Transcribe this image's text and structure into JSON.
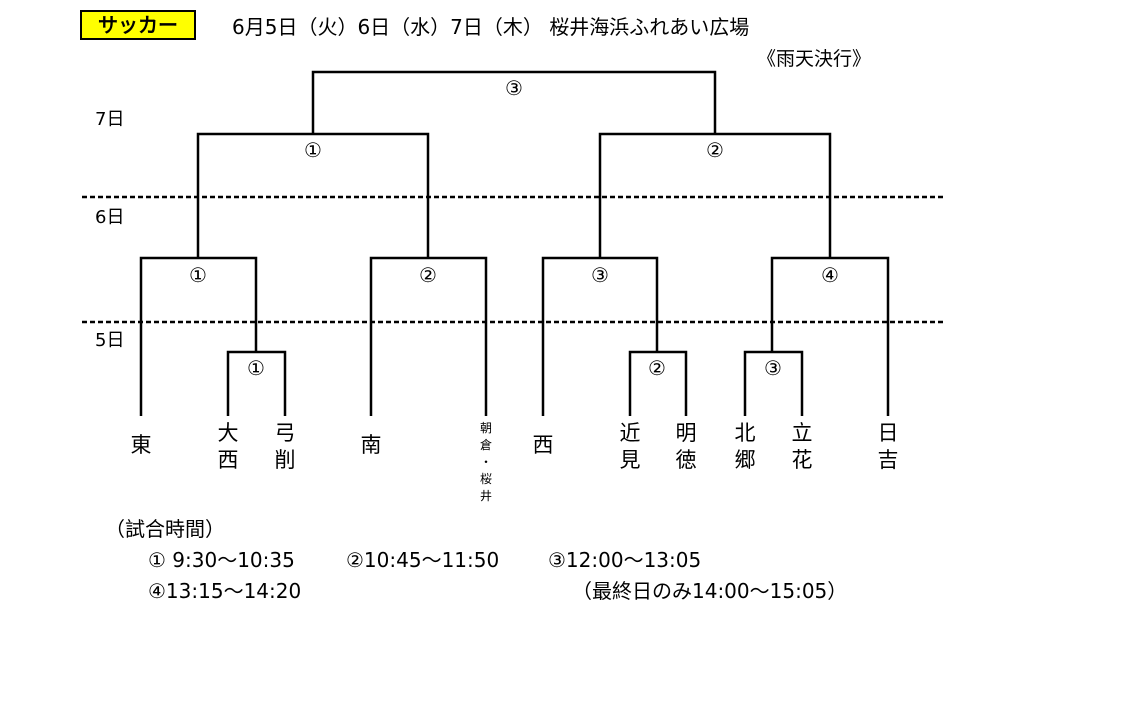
{
  "header": {
    "sport": "サッカー",
    "dates_venue": "6月5日（火）6日（水）7日（木） 桜井海浜ふれあい広場",
    "rain_note": "《雨天決行》"
  },
  "days": {
    "day7": "7日",
    "day6": "6日",
    "day5": "5日"
  },
  "rounds": {
    "final": "③",
    "semi_left": "①",
    "semi_right": "②",
    "qf1": "①",
    "qf2": "②",
    "qf3": "③",
    "qf4": "④",
    "r1_1": "①",
    "r1_2": "②",
    "r1_3": "③"
  },
  "teams": [
    {
      "name": "東"
    },
    {
      "name": "大西"
    },
    {
      "name": "弓削"
    },
    {
      "name": "南"
    },
    {
      "name": "朝倉・桜井"
    },
    {
      "name": "西"
    },
    {
      "name": "近見"
    },
    {
      "name": "明徳"
    },
    {
      "name": "北郷"
    },
    {
      "name": "立花"
    },
    {
      "name": "日吉"
    }
  ],
  "schedule": {
    "title": "（試合時間）",
    "line1_a": "①  9:30～10:35",
    "line1_b": "②10:45～11:50",
    "line1_c": "③12:00～13:05",
    "line2_a": "④13:15～14:20",
    "line2_b": "（最終日のみ14:00～15:05）"
  }
}
